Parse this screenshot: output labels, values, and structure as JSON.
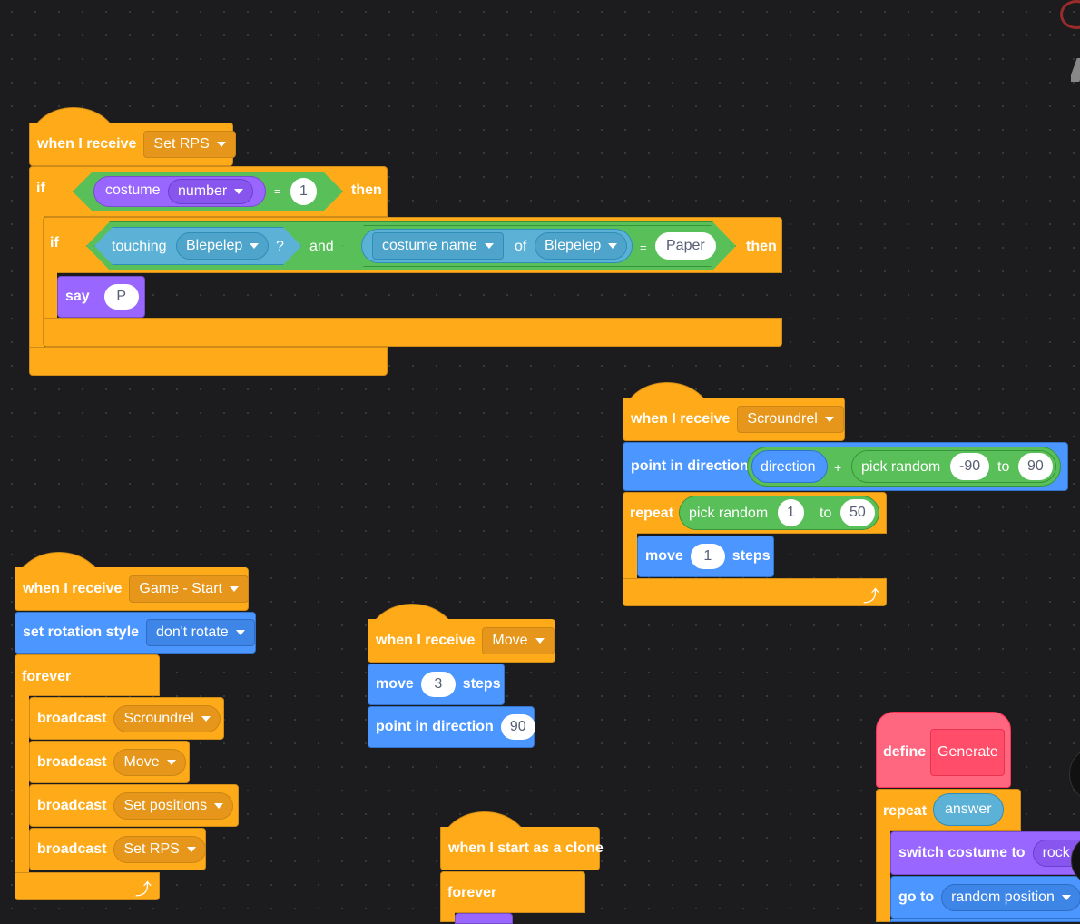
{
  "script_set_rps": {
    "hat_label": "when I receive",
    "hat_value": "Set RPS",
    "if1": "if",
    "costume": "costume",
    "costume_dd": "number",
    "eq1": "=",
    "num1": "1",
    "then1": "then",
    "if2": "if",
    "touching": "touching",
    "touch_dd": "Blepelep",
    "q": "?",
    "and": "and",
    "costume_name": "costume name",
    "of": "of",
    "of_dd": "Blepelep",
    "eq2": "=",
    "paper": "Paper",
    "then2": "then",
    "say": "say",
    "say_val": "P"
  },
  "script_scroundrel": {
    "hat_label": "when I receive",
    "hat_value": "Scroundrel",
    "point": "point in direction",
    "direction": "direction",
    "plus": "+",
    "pick": "pick random",
    "min": "-90",
    "to": "to",
    "max": "90",
    "repeat": "repeat",
    "pick2": "pick random",
    "min2": "1",
    "to2": "to",
    "max2": "50",
    "move": "move",
    "steps_val": "1",
    "steps": "steps"
  },
  "script_game_start": {
    "hat_label": "when I receive",
    "hat_value": "Game - Start",
    "rot": "set rotation style",
    "rot_dd": "don't rotate",
    "forever": "forever",
    "broadcasts": [
      {
        "label": "broadcast",
        "value": "Scroundrel"
      },
      {
        "label": "broadcast",
        "value": "Move"
      },
      {
        "label": "broadcast",
        "value": "Set positions"
      },
      {
        "label": "broadcast",
        "value": "Set RPS"
      }
    ]
  },
  "script_move": {
    "hat_label": "when I receive",
    "hat_value": "Move",
    "move": "move",
    "steps_val": "3",
    "steps": "steps",
    "point": "point in direction",
    "dir_val": "90"
  },
  "script_clone": {
    "hat_label": "when I start as a clone",
    "forever": "forever"
  },
  "script_generate": {
    "define": "define",
    "name": "Generate",
    "repeat": "repeat",
    "answer": "answer",
    "switch": "switch costume to",
    "switch_dd": "rock",
    "goto": "go to",
    "goto_dd": "random position"
  },
  "colors": {
    "events": "#ffab19",
    "motion": "#4c97ff",
    "looks": "#9966ff",
    "operators": "#59c059",
    "sensing": "#5cb1d6",
    "myblocks": "#ff6680"
  }
}
